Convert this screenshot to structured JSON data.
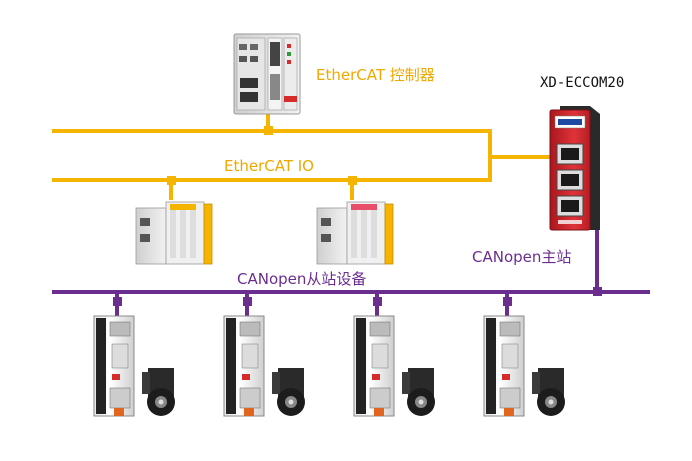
{
  "labels": {
    "controller": "EtherCAT 控制器",
    "gateway_model": "XD-ECCOM20",
    "io_bus": "EtherCAT  IO",
    "canopen_master": "CANopen主站",
    "canopen_slaves": "CANopen从站设备"
  },
  "colors": {
    "ethercat_line": "#f5b400",
    "canopen_line": "#6b2e8f",
    "gateway_body": "#d3272e",
    "device_body": "#e8e8e8"
  },
  "icons": {
    "controller": "plc-controller-icon",
    "io_module": "ethercat-io-module-icon",
    "gateway": "gateway-device-icon",
    "servo_drive": "servo-drive-icon",
    "servo_motor": "servo-motor-icon"
  }
}
